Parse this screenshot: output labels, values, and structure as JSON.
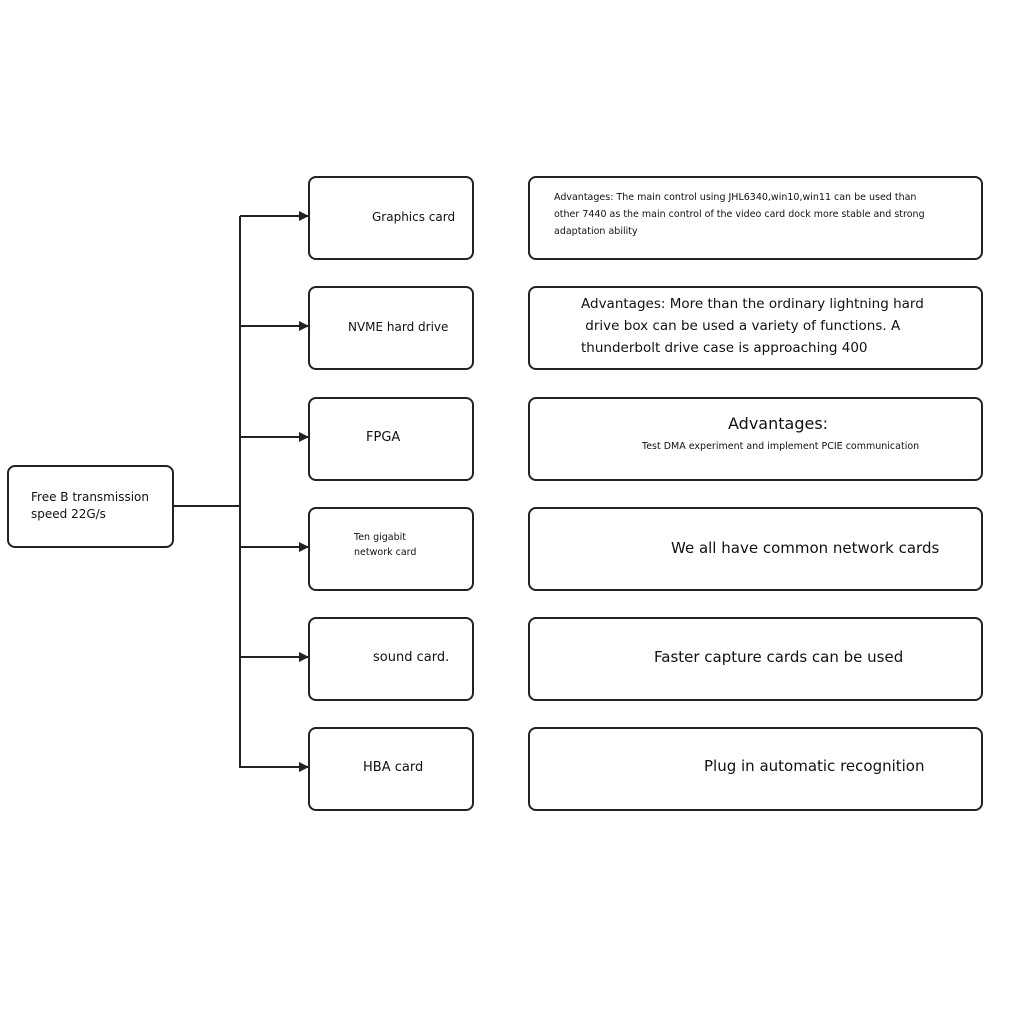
{
  "root": {
    "line1": "Free B transmission",
    "line2": "speed 22G/s"
  },
  "items": [
    {
      "label_lines": [
        "Graphics card"
      ],
      "desc_lines": [
        "Advantages: The main control using JHL6340,win10,win11 can be used than",
        "other 7440 as the main control of the video card dock more stable and strong",
        "adaptation ability"
      ]
    },
    {
      "label_lines": [
        "NVME hard drive"
      ],
      "desc_lines": [
        "Advantages: More than the ordinary lightning hard",
        " drive box can be used a variety of functions. A",
        "thunderbolt drive case is approaching 400"
      ]
    },
    {
      "label_lines": [
        "FPGA"
      ],
      "desc_lines": [
        "Advantages:",
        "Test DMA experiment and implement PCIE communication"
      ]
    },
    {
      "label_lines": [
        "Ten gigabit",
        "network card"
      ],
      "desc_lines": [
        "We all have common network cards"
      ]
    },
    {
      "label_lines": [
        "sound card."
      ],
      "desc_lines": [
        "Faster capture cards can be used"
      ]
    },
    {
      "label_lines": [
        "HBA card"
      ],
      "desc_lines": [
        "Plug in automatic recognition"
      ]
    }
  ],
  "line_color": "#222222"
}
